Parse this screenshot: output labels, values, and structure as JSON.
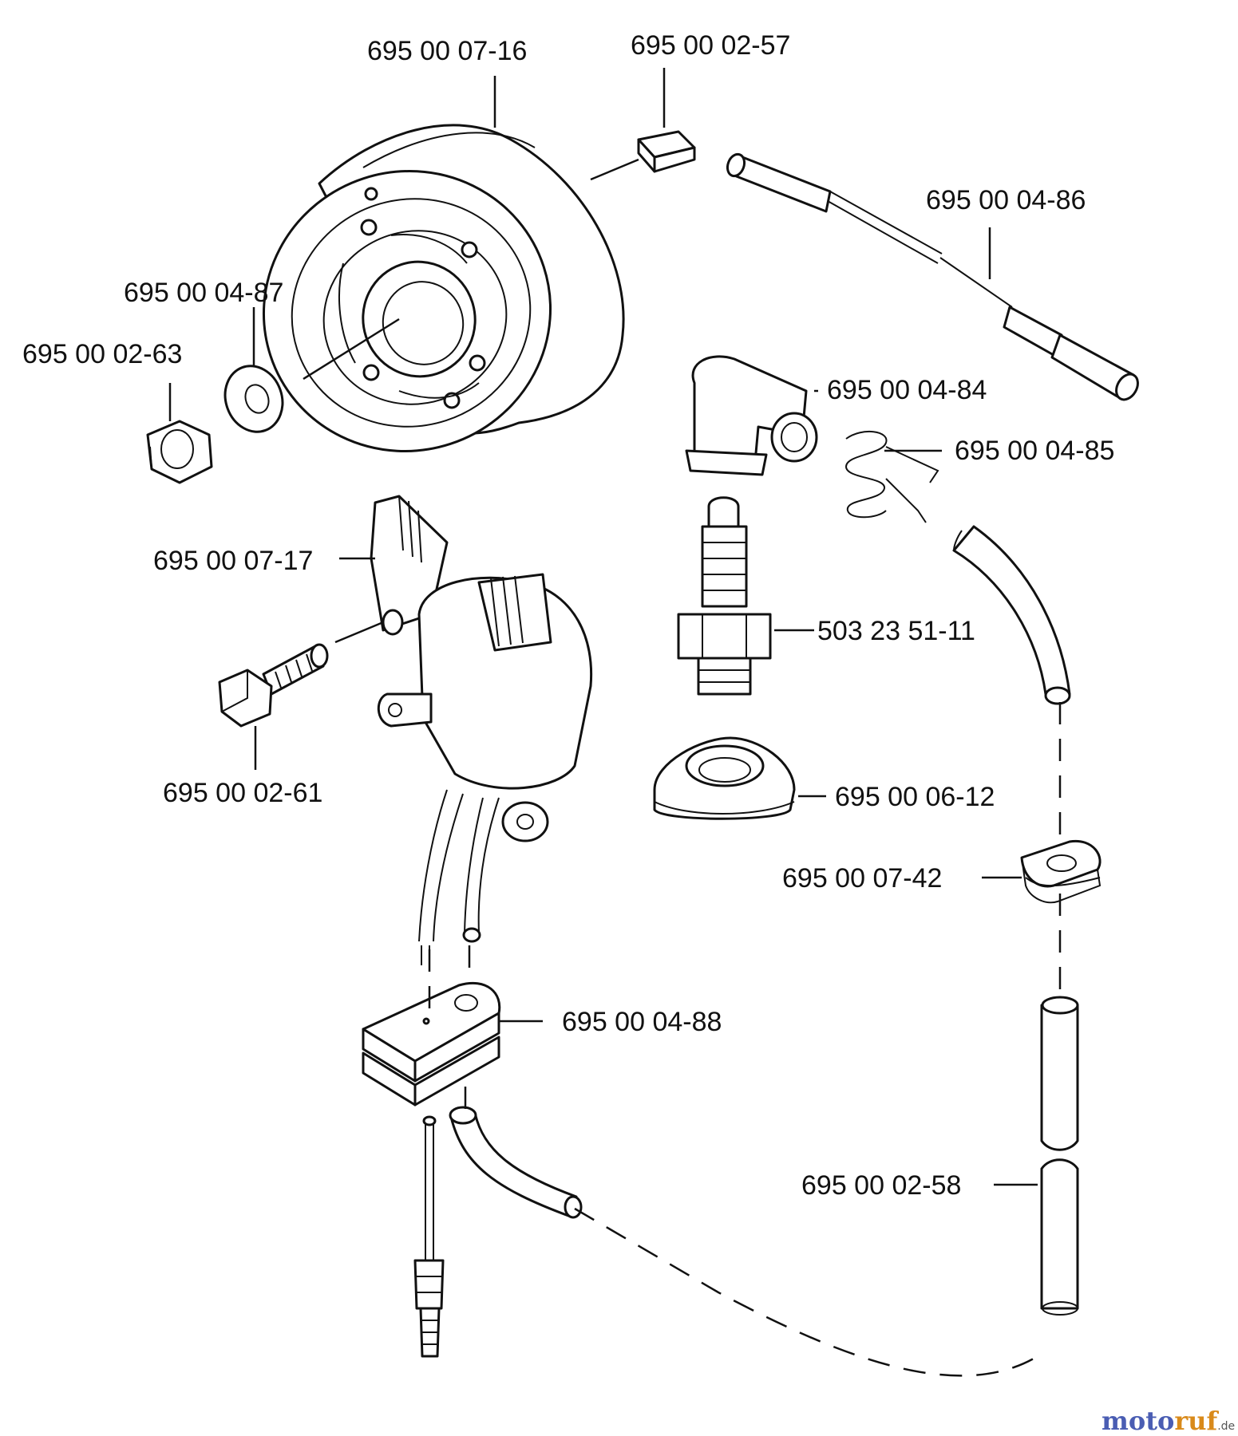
{
  "parts": {
    "flywheel": "695 00 07-16",
    "key": "695 00 02-57",
    "ht_lead": "695 00 04-86",
    "washer": "695 00 04-87",
    "nut": "695 00 02-63",
    "spark_cap": "695 00 04-84",
    "spring": "695 00 04-85",
    "ignition_module": "695 00 07-17",
    "spark_plug": "503 23 51-11",
    "screw": "695 00 02-61",
    "grommet": "695 00 06-12",
    "clamp": "695 00 07-42",
    "connector_block": "695 00 04-88",
    "tube": "695 00 02-58"
  },
  "watermark": {
    "part_a": "moto",
    "part_b": "ruf",
    "suffix": ".de"
  }
}
